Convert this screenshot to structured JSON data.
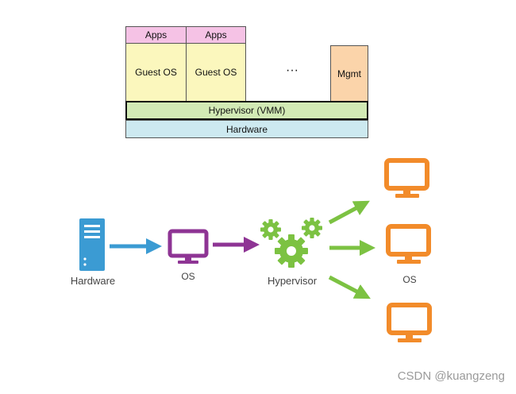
{
  "stack": {
    "apps_1": "Apps",
    "apps_2": "Apps",
    "guest_os_1": "Guest OS",
    "guest_os_2": "Guest OS",
    "ellipsis": "···",
    "mgmt": "Mgmt",
    "hypervisor": "Hypervisor (VMM)",
    "hardware": "Hardware"
  },
  "flow": {
    "hardware_label": "Hardware",
    "os_label": "OS",
    "hypervisor_label": "Hypervisor",
    "guest_os_label": "OS"
  },
  "watermark": "CSDN @kuangzeng",
  "colors": {
    "apps": "#f5c2e5",
    "guest_os": "#fbf7bd",
    "mgmt": "#fbd4aa",
    "hypervisor": "#d2eab5",
    "hardware": "#cde9f0",
    "server_blue": "#3b9bd3",
    "os_purple": "#8e3494",
    "gear_green": "#7cc242",
    "monitor_orange": "#f28b2a"
  }
}
